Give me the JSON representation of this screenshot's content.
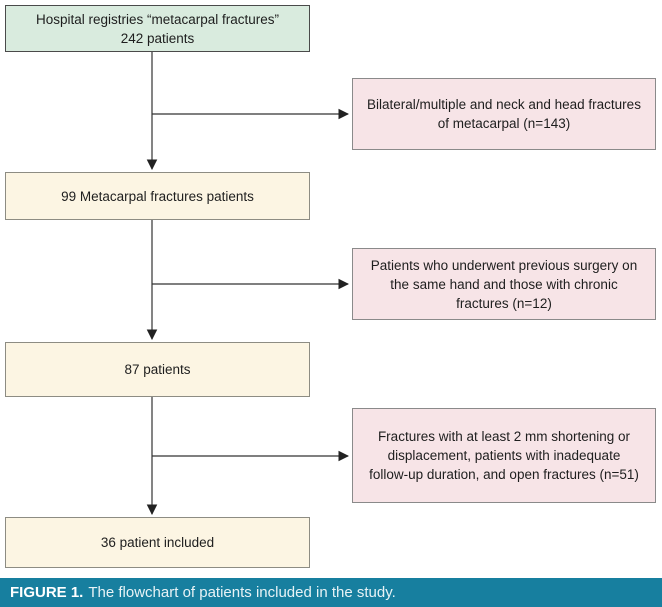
{
  "figure": {
    "caption_label": "FIGURE 1.",
    "caption_text": "The flowchart of patients included in the study.",
    "colors": {
      "start_box_fill": "#d9ebde",
      "main_box_fill": "#fcf5e3",
      "exclusion_box_fill": "#f7e4e7",
      "caption_bar": "#177f9f",
      "arrow": "#333333"
    }
  },
  "flow": {
    "nodes": [
      {
        "id": "start",
        "line1": "Hospital registries “metacarpal fractures”",
        "line2": "242 patients"
      },
      {
        "id": "metacarpal-99",
        "text": "99 Metacarpal fractures patients"
      },
      {
        "id": "patients-87",
        "text": "87 patients"
      },
      {
        "id": "included-36",
        "text": "36 patient included"
      }
    ],
    "exclusions": [
      {
        "id": "exclusion-1",
        "text": "Bilateral/multiple and neck and head fractures of metacarpal (n=143)"
      },
      {
        "id": "exclusion-2",
        "text": "Patients who underwent previous surgery on the same hand and those with chronic fractures (n=12)"
      },
      {
        "id": "exclusion-3",
        "text": "Fractures with at least 2 mm shortening or displacement, patients with inadequate follow-up duration, and open fractures (n=51)"
      }
    ]
  }
}
